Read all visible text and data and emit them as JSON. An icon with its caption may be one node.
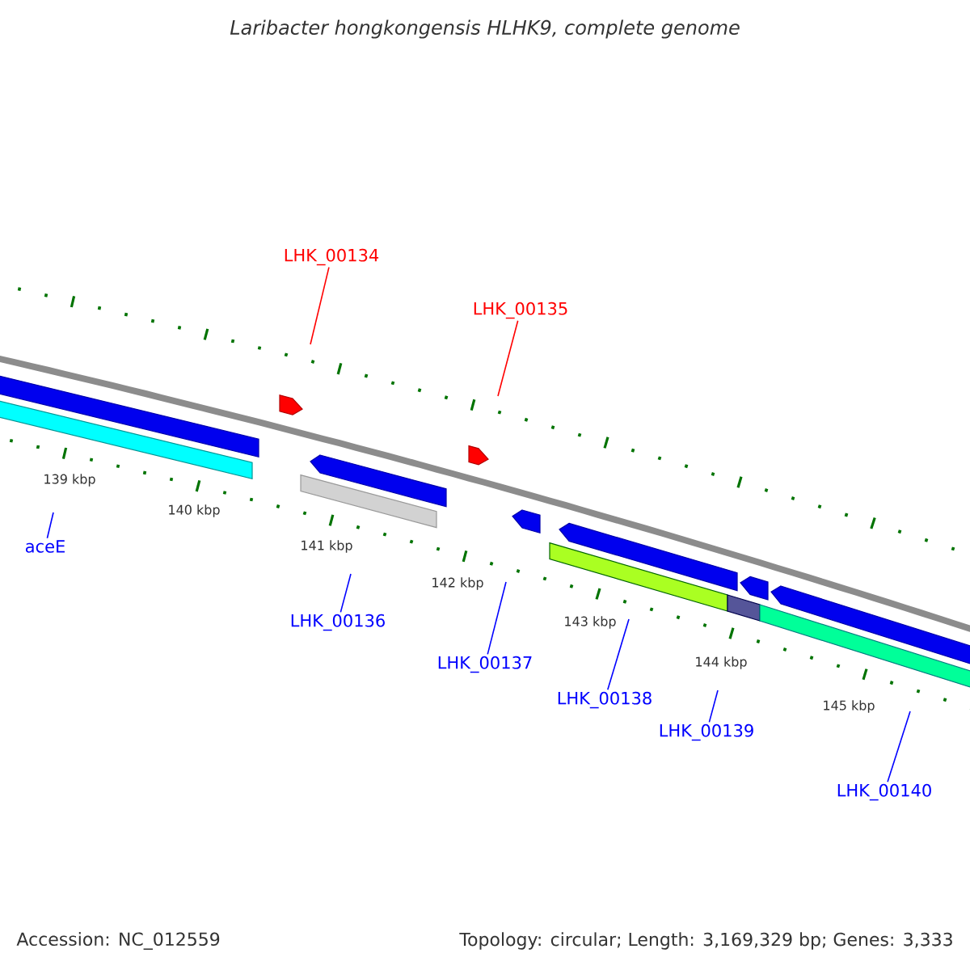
{
  "diagram": {
    "title": "Laribacter hongkongensis HLHK9, complete genome",
    "nodes": [
      {
        "text": [
          "LHK_00134"
        ]
      },
      {
        "text": [
          "LHK_00135"
        ]
      },
      {
        "text": [
          "aceE"
        ]
      },
      {
        "text": [
          "LHK_00136"
        ]
      },
      {
        "text": [
          "LHK_00137"
        ]
      },
      {
        "text": [
          "LHK_00138"
        ]
      },
      {
        "text": [
          "LHK_00139"
        ]
      },
      {
        "text": [
          "LHK_00140"
        ]
      }
    ],
    "edges": [
      {
        "from": 0,
        "to": null,
        "arrow": "none",
        "color": "#ff0000"
      },
      {
        "from": 1,
        "to": null,
        "arrow": "none",
        "color": "#ff0000"
      },
      {
        "from": 2,
        "to": null,
        "arrow": "none"
      },
      {
        "from": 3,
        "to": null,
        "arrow": "none"
      },
      {
        "from": 4,
        "to": null,
        "arrow": "none"
      },
      {
        "from": 5,
        "to": null,
        "arrow": "none"
      },
      {
        "from": 6,
        "to": null,
        "arrow": "none"
      },
      {
        "from": 7,
        "to": null,
        "arrow": "none"
      }
    ],
    "labels": [
      "139 kbp",
      "140 kbp",
      "141 kbp",
      "142 kbp",
      "143 kbp",
      "144 kbp",
      "145 kbp",
      "Accession: NC_012559",
      "Topology: circular; Length: 3,169,329 bp; Genes: 3,333"
    ]
  }
}
